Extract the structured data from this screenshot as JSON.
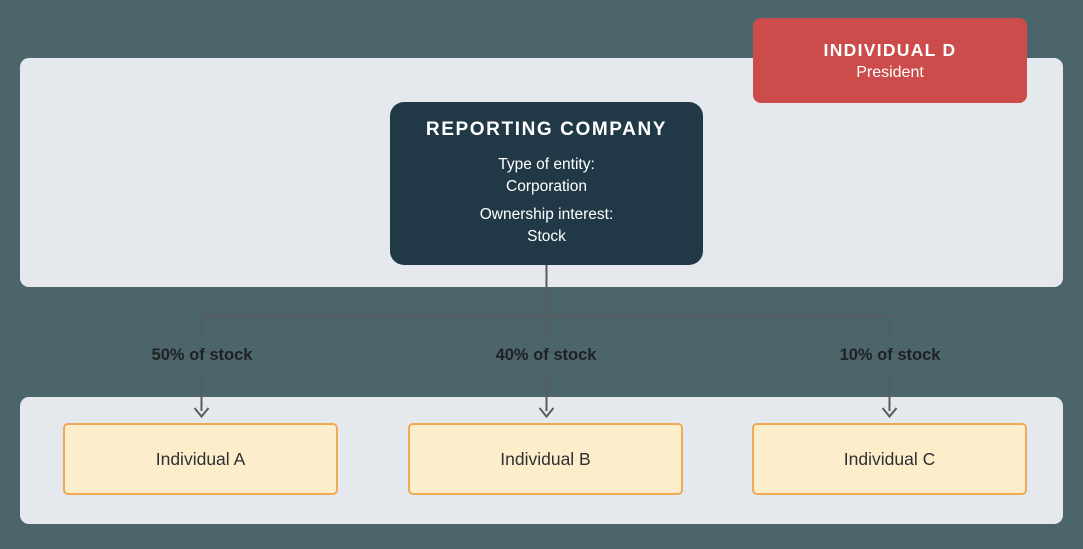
{
  "colors": {
    "teal": "#4C656B",
    "panel": "#E5E9ED",
    "navy": "#213947",
    "red": "#CC4B4B",
    "cream": "#FCEECB",
    "orange": "#F0A955",
    "line": "#575C60",
    "label-text": "#1F2124",
    "owner-text": "#2E3032"
  },
  "reporting_company": {
    "title": "REPORTING COMPANY",
    "fields": [
      {
        "label": "Type of entity:",
        "value": "Corporation"
      },
      {
        "label": "Ownership interest:",
        "value": "Stock"
      }
    ]
  },
  "individual_d": {
    "title": "INDIVIDUAL D",
    "subtitle": "President"
  },
  "owners": [
    {
      "share_label": "50% of stock",
      "name": "Individual A"
    },
    {
      "share_label": "40% of stock",
      "name": "Individual B"
    },
    {
      "share_label": "10% of stock",
      "name": "Individual C"
    }
  ]
}
